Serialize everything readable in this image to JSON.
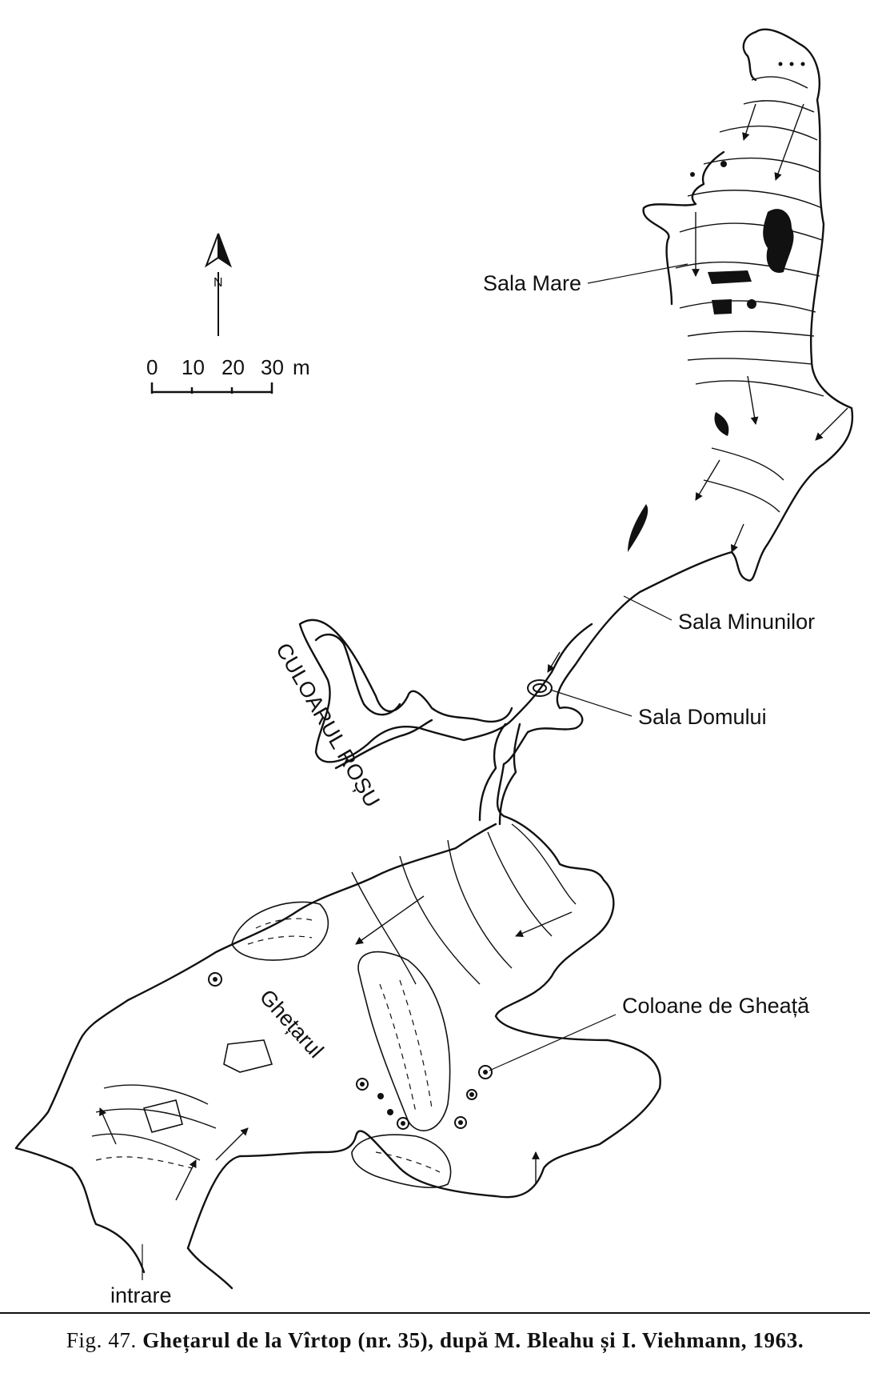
{
  "labels": {
    "sala_mare": "Sala Mare",
    "sala_minunilor": "Sala Minunilor",
    "sala_domului": "Sala Domului",
    "culoarul_rosu": "CULOARUL ROȘU",
    "ghetarul": "Ghețarul",
    "coloane": "Coloane de Gheață",
    "intrare": "intrare"
  },
  "north": "N",
  "scale": {
    "ticks": [
      "0",
      "10",
      "20",
      "30"
    ],
    "unit": "m"
  },
  "caption": {
    "fig": "Fig.",
    "num": "47.",
    "text": "Ghețarul de la Vîrtop (nr. 35), după M. Bleahu și I. Viehmann, 1963."
  },
  "colors": {
    "ink": "#111111",
    "paper": "#ffffff"
  }
}
